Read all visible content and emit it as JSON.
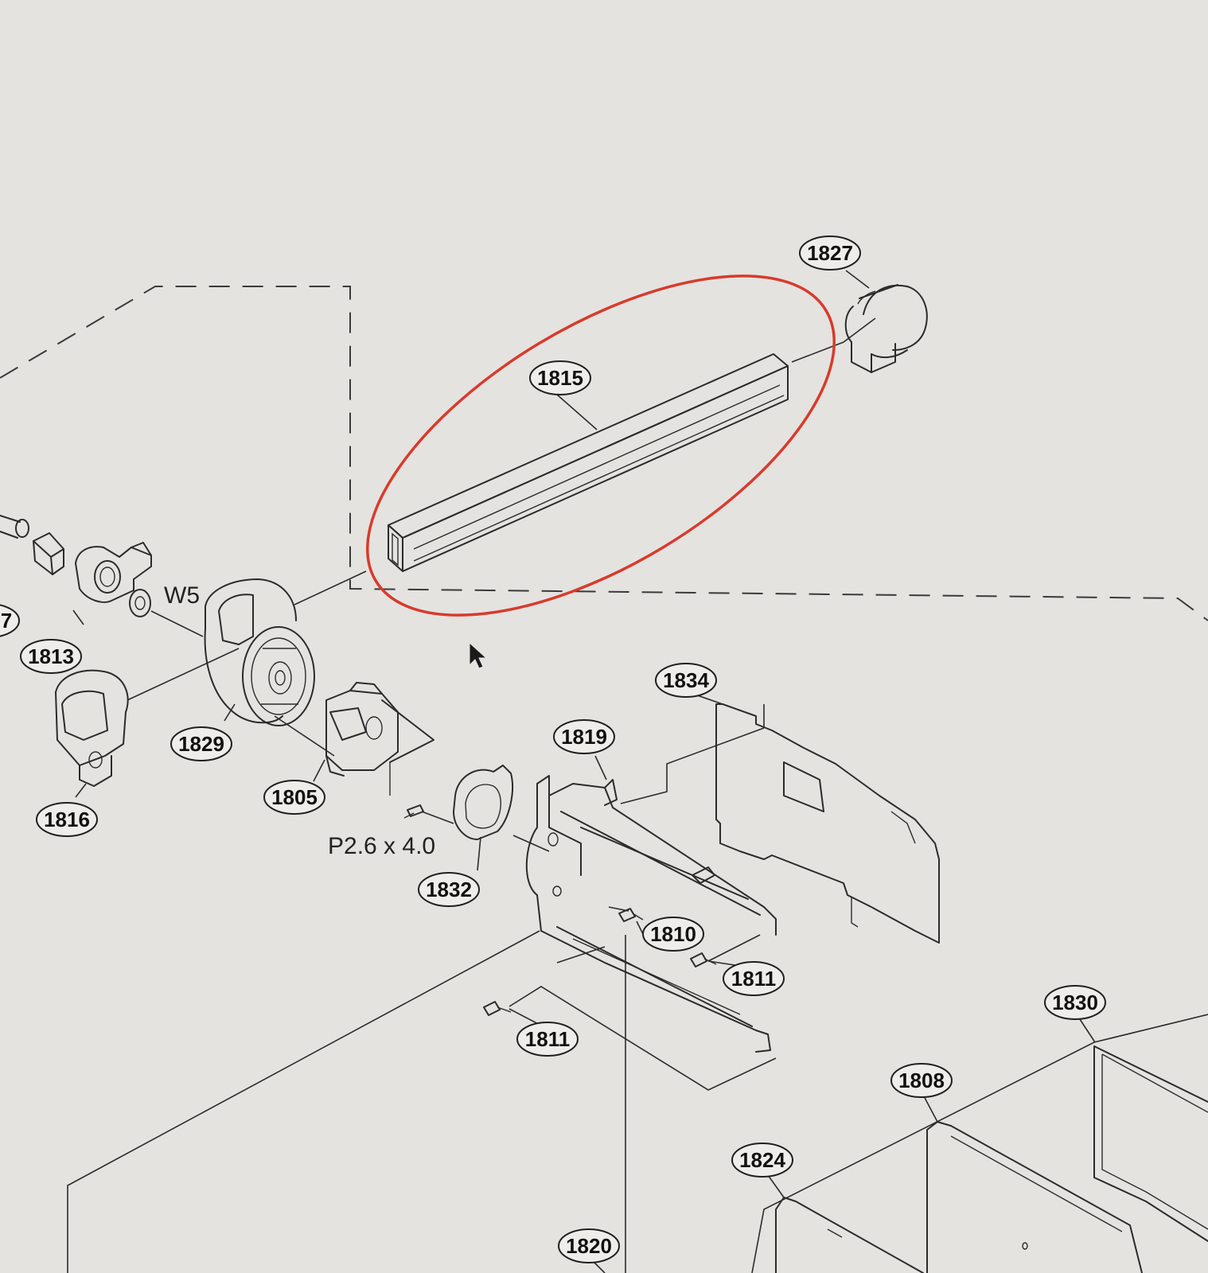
{
  "colors": {
    "background": "#e4e3e0",
    "line": "#2b2b2b",
    "highlight": "#d93a2b",
    "cursor": "#1a1a1a"
  },
  "callouts": {
    "c1827": "1827",
    "c1815": "1815",
    "c1813": "1813",
    "c1829": "1829",
    "c1816": "1816",
    "c1805": "1805",
    "c1834": "1834",
    "c1819": "1819",
    "c1832": "1832",
    "c1810": "1810",
    "c1811a": "1811",
    "c1811b": "1811",
    "c1830": "1830",
    "c1808": "1808",
    "c1824": "1824",
    "c1820": "1820"
  },
  "labels": {
    "w5": "W5",
    "screw_spec": "P2.6 x 4.0",
    "partial_edge": "7"
  },
  "icons": {
    "cursor": "mouse-pointer-icon"
  },
  "highlighted_part": "1815"
}
